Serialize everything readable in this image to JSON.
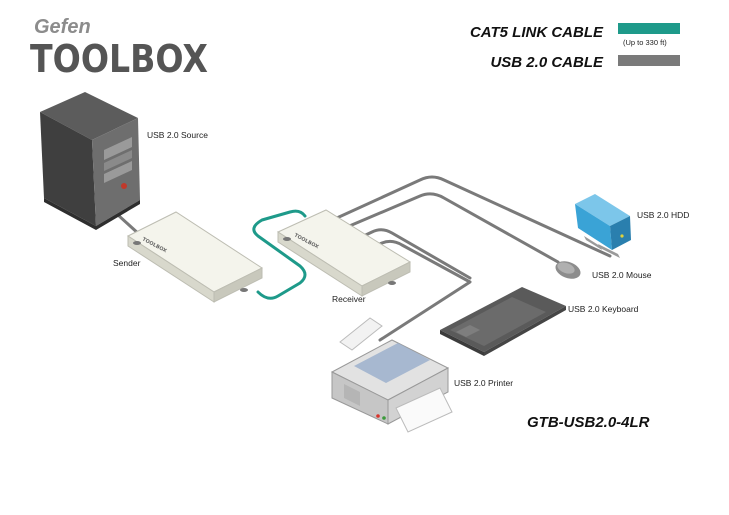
{
  "brand": {
    "top": "Gefen",
    "main": "TOOLBOX",
    "device_badge": "TOOLBOX"
  },
  "legend": {
    "cat5_label": "CAT5 LINK CABLE",
    "cat5_note": "(Up to 330 ft)",
    "cat5_color": "#1e9a8a",
    "usb_label": "USB 2.0 CABLE",
    "usb_color": "#7a7a7a"
  },
  "labels": {
    "source": "USB 2.0 Source",
    "sender": "Sender",
    "receiver": "Receiver",
    "hdd": "USB 2.0 HDD",
    "mouse": "USB 2.0 Mouse",
    "keyboard": "USB 2.0 Keyboard",
    "printer": "USB 2.0 Printer"
  },
  "model": "GTB-USB2.0-4LR",
  "colors": {
    "device_body": "#eeeee4",
    "hdd_blue": "#3aa3d6",
    "pc_dark": "#454545"
  }
}
